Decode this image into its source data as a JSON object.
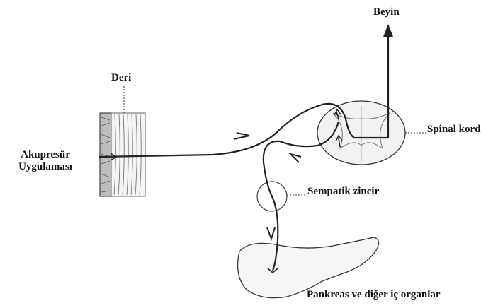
{
  "labels": {
    "deri": "Deri",
    "beyin": "Beyin",
    "spinal_kord": "Spinal kord",
    "akupresur_line1": "Akupresür",
    "akupresur_line2": "Uygulaması",
    "sempatik_zincir": "Sempatik zincir",
    "pankreas": "Pankreas ve diğer iç organlar"
  }
}
